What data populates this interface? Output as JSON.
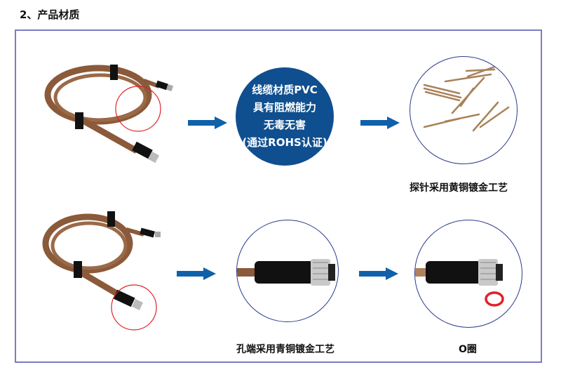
{
  "page": {
    "title": "2、产品材质"
  },
  "colors": {
    "frame": "#7b7bc6",
    "accent_blue": "#0f4f8f",
    "arrow": "#1060aa",
    "highlight_red": "#e0202a",
    "cable_brown": "#8a5a3a",
    "circle_outline": "#2a3a8e"
  },
  "row1": {
    "cable_image": "brown-pvc-cable-coil",
    "material_bubble": {
      "lines": [
        "线缆材质PVC",
        "具有阻燃能力",
        "无毒无害",
        "(通过ROHS认证)"
      ]
    },
    "pins_image": "brass-pins",
    "pins_caption": "探针采用黄铜镀金工艺"
  },
  "row2": {
    "cable_image": "brown-pvc-cable-coil",
    "connector_image": "female-connector-closeup",
    "connector_caption": "孔端采用青铜镀金工艺",
    "oring_image": "connector-with-o-ring",
    "oring_caption": "O圈"
  }
}
